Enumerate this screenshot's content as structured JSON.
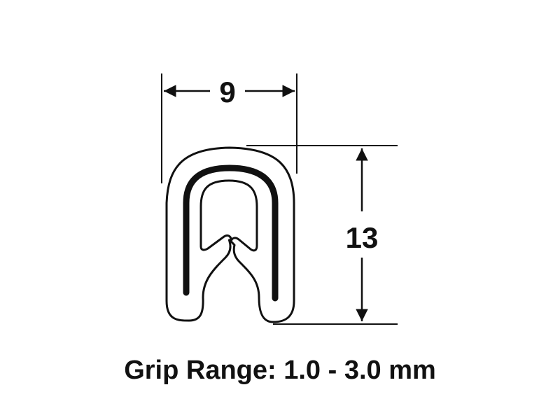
{
  "diagram": {
    "type": "edge-trim-profile-cross-section",
    "width_dimension": {
      "value": "9",
      "unit": "mm"
    },
    "height_dimension": {
      "value": "13",
      "unit": "mm"
    },
    "caption": "Grip Range: 1.0 - 3.0 mm",
    "colors": {
      "line": "#111111",
      "background": "#ffffff"
    }
  }
}
